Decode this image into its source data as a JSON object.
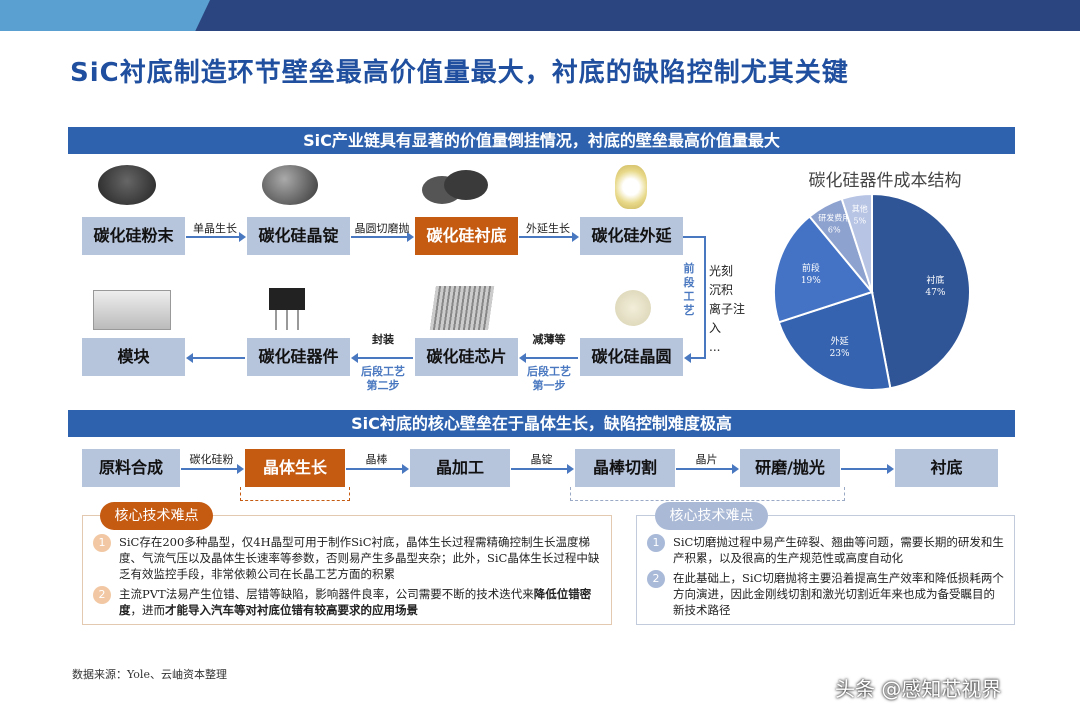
{
  "title": "SiC衬底制造环节壁垒最高价值量最大，衬底的缺陷控制尤其关键",
  "banner1": "SiC产业链具有显著的价值量倒挂情况，衬底的壁垒最高价值量最大",
  "chain_top": [
    {
      "label": "碳化硅粉末",
      "image": "sic-powder"
    },
    {
      "label": "碳化硅晶锭",
      "image": "sic-ingot"
    },
    {
      "label": "碳化硅衬底",
      "image": "sic-substrate",
      "highlight": true
    },
    {
      "label": "碳化硅外延",
      "image": "sic-epi"
    }
  ],
  "chain_top_arrows": [
    "单晶生长",
    "晶圆切磨抛",
    "外延生长"
  ],
  "front_process": {
    "label": "前段工艺",
    "steps": [
      "光刻",
      "沉积",
      "离子注入",
      "..."
    ]
  },
  "chain_bottom": [
    {
      "label": "模块",
      "image": "module"
    },
    {
      "label": "碳化硅器件",
      "image": "device"
    },
    {
      "label": "碳化硅芯片",
      "image": "chip"
    },
    {
      "label": "碳化硅晶圆",
      "image": "wafer"
    }
  ],
  "chain_bottom_arrows": [
    {
      "top": "封装",
      "bottom": "后段工艺第二步"
    },
    {
      "top": "减薄等",
      "bottom": "后段工艺第一步"
    }
  ],
  "chart_data": {
    "type": "pie",
    "title": "碳化硅器件成本结构",
    "categories": [
      "衬底",
      "外延",
      "前段",
      "研发费用",
      "其他"
    ],
    "values": [
      47,
      23,
      19,
      6,
      5
    ],
    "labels": [
      "47%",
      "23%",
      "19%",
      "6%",
      "5%"
    ],
    "colors": [
      "#2f5597",
      "#3563b0",
      "#4473c5",
      "#8ea2cf",
      "#b7c4e4"
    ]
  },
  "banner2": "SiC衬底的核心壁垒在于晶体生长，缺陷控制难度极高",
  "process": [
    "原料合成",
    "晶体生长",
    "晶加工",
    "晶棒切割",
    "研磨/抛光",
    "衬底"
  ],
  "process_arrows": [
    "碳化硅粉",
    "晶棒",
    "晶锭",
    "晶片",
    ""
  ],
  "left_panel": {
    "tag": "核心技术难点",
    "items": [
      {
        "num": "1",
        "text": "SiC存在200多种晶型，仅4H晶型可用于制作SiC衬底，晶体生长过程需精确控制生长温度梯度、气流气压以及晶体生长速率等参数，否则易产生多晶型夹杂；此外，SiC晶体生长过程中缺乏有效监控手段，非常依赖公司在长晶工艺方面的积累"
      },
      {
        "num": "2",
        "text_a": "主流PVT法易产生位错、层错等缺陷，影响器件良率，公司需要不断的技术迭代来",
        "bold_a": "降低位错密度",
        "text_b": "，进而",
        "bold_b": "才能导入汽车等对衬底位错有较高要求的应用场景"
      }
    ]
  },
  "right_panel": {
    "tag": "核心技术难点",
    "items": [
      {
        "num": "1",
        "text": "SiC切磨抛过程中易产生碎裂、翘曲等问题，需要长期的研发和生产积累，以及很高的生产规范性或高度自动化"
      },
      {
        "num": "2",
        "text": "在此基础上，SiC切磨抛将主要沿着提高生产效率和降低损耗两个方向演进，因此金刚线切割和激光切割近年来也成为备受瞩目的新技术路径"
      }
    ]
  },
  "source": "数据来源：Yole、云岫资本整理",
  "watermark": "头条 @感知芯视界",
  "colors": {
    "accent": "#c55a11",
    "banner": "#2f62ae",
    "box": "#b6c4dc",
    "title": "#1f4f9e"
  }
}
